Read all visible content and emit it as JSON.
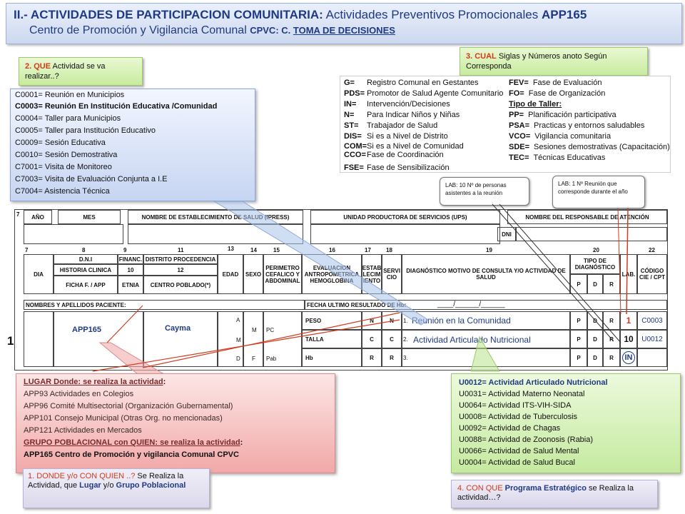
{
  "title": {
    "prefix": "II.- ACTIVIDADES DE PARTICIPACION COMUNITARIA:",
    "rest": " Actividades Preventivos Promocionales ",
    "code": "APP165",
    "line2_a": "Centro de Promoción  y Vigilancia Comunal ",
    "line2_b": "CPVC",
    "line2_c": ":  C. ",
    "line2_d": "TOMA DE DECISIONES"
  },
  "note_que": {
    "red": "2. QUE",
    "text": " Actividad   se va realizar..?"
  },
  "note_cual": {
    "red": "3. CUAL",
    "text": " Siglas y Números anoto Según Corresponda"
  },
  "activities": [
    "C0001= Reunión en Municipios",
    "C0003= Reunión En Institución Educativa /Comunidad",
    "C0004= Taller para Municipios",
    "C0005= Taller para Institución Educativo",
    "C0009= Sesión Educativa",
    "C0010= Sesión Demostrativa",
    "C7001= Visita de Monitoreo",
    "C7003= Visita de Evaluación Conjunta a I.E",
    "C7004= Asistencia Técnica"
  ],
  "legend": {
    "col1": [
      {
        "k": "G=",
        "v": "Registro Comunal en Gestantes"
      },
      {
        "k": "PDS=",
        "v": "Promotor de Salud Agente Comunitario"
      },
      {
        "k": "IN=",
        "v": "Intervención/Decisiones"
      },
      {
        "k": "N=",
        "v": "Para Indicar Niños y Niñas"
      },
      {
        "k": "ST=",
        "v": "Trabajador de Salud"
      },
      {
        "k": "DIS=",
        "v": "Si es a Nivel de Distrito"
      },
      {
        "k": "COM=",
        "v": "Si es a Nivel de Comunidad"
      },
      {
        "k": "CCO=",
        "v": "Fase de Coordinación"
      },
      {
        "k": "FSE=",
        "v": "Fase de Sensibilización"
      }
    ],
    "col2": [
      {
        "k": "FEV=",
        "v": "Fase de Evaluación"
      },
      {
        "k": "FO=",
        "v": "Fase de Organización"
      },
      {
        "k": "",
        "v": "Tipo de Taller:"
      },
      {
        "k": "PP=",
        "v": "Planificación participativa"
      },
      {
        "k": "PSA=",
        "v": "Practicas y entornos saludables"
      },
      {
        "k": "VCO=",
        "v": "Vigilancia comunitaria"
      },
      {
        "k": "SDE=",
        "v": "Sesiones demostrativas (Capacitación)"
      },
      {
        "k": "TEC=",
        "v": "Técnicas Educativas"
      }
    ]
  },
  "lab_left": "LAB:  10 Nº de personas asistentes a la reunión",
  "lab_right": "LAB:  1 Nº Reunión que corresponde durante el año",
  "form": {
    "h_anio": "AÑO",
    "h_mes": "MES",
    "h_estab": "NOMBRE DE ESTABLECIMIENTO DE SALUD (IPRESS)",
    "h_ups": "UNIDAD PRODUCTORA DE SERVICIOS (UPS)",
    "h_resp": "NOMBRE DEL RESPONSABLE DE ATENCIÓN",
    "h_dni": "DNI",
    "c7": "7",
    "c8": "8",
    "c9": "9",
    "c11": "11",
    "c13": "13",
    "c14": "14",
    "c15": "15",
    "c16": "16",
    "c17": "17",
    "c18": "18",
    "c19": "19",
    "c20": "20",
    "c22": "22",
    "h_dia": "DIA",
    "h_dni2": "D.N.I",
    "h_hc": "HISTORIA CLINICA",
    "h_ficha": "FICHA F. / APP",
    "h_financ": "FINANC.",
    "h_10": "10",
    "h_etnia": "ETNIA",
    "h_distrito": "DISTRITO PROCEDENCIA",
    "h_12": "12",
    "h_cp": "CENTRO POBLADO(*)",
    "h_edad": "EDAD",
    "h_sexo": "SEXO",
    "h_per": "PERIMETRO CEFALICO Y ABDOMINAL",
    "h_eval": "EVALUACION ANTROPOMETRICA HEMOGLOBINA",
    "h_estab2": "ESTAB LECIM IENTO",
    "h_serv": "SERVI CIO",
    "h_diag": "DIAGNÓSTICO MOTIVO DE CONSULTA Y/O ACTIVIDAD DE SALUD",
    "h_tipo": "TIPO DE DIAGNÓSTICO",
    "h_lab": "LAB.",
    "h_codigo": "CÓDIGO CIE / CPT",
    "h_p": "P",
    "h_d": "D",
    "h_r": "R",
    "h_nombres": "NOMBRES Y APELLIDOS PACIENTE:",
    "h_fecha": "FECHA ULTIMO RESULTADO DE Hb:",
    "h_date": "____/______/______",
    "r_a": "A",
    "r_m": "M",
    "r_d": "D",
    "r_m2": "M",
    "r_f": "F",
    "r_pc": "PC",
    "r_pab": "Pab",
    "r_peso": "PESO",
    "r_talla": "TALLA",
    "r_hb": "Hb",
    "r_n1": "N",
    "r_n2": "N",
    "r_c1": "C",
    "r_c2": "C",
    "r_r1": "R",
    "r_r2": "R",
    "r_1": "1.",
    "r_2": "2.",
    "r_3": "3.",
    "app": "APP165",
    "cayma": "Cayma",
    "diag1": "Reunión en la Comunidad",
    "diag2": "Actividad Articulado Nutricional",
    "lab1": "1",
    "lab2": "10",
    "lab3": "IN",
    "code1": "C0003",
    "code2": "U0012",
    "row_num": "1"
  },
  "lugar": {
    "h1": "LUGAR Donde:  se realiza  la actividad",
    "h1_colon": ":",
    "items": [
      "APP93  Actividades en Colegios",
      "APP96  Comité Multisectorial (Organización Gubernamental)",
      "APP101 Consejo Municipal (Otras Org. no mencionadas)",
      "APP121 Actividades en Mercados"
    ],
    "h2": "GRUPO POBLACIONAL  con QUIEN: se realiza la actividad",
    "h2_colon": ":",
    "last": " APP165 Centro de Promoción y vigilancia Comunal CPVC"
  },
  "programs": [
    "U0012= Actividad Articulado Nutricional",
    "U0031= Actividad Materno Neonatal",
    "U0064= Actividad ITS-VIH-SIDA",
    "U0008= Actividad de Tuberculosis",
    "U0092= Actividad de Chagas",
    "U0088= Actividad de Zoonosis (Rabia)",
    "U0066= Actividad de Salud Mental",
    "U0004= Actividad de Salud  Bucal"
  ],
  "note_donde": {
    "red": "1. DONDE y/o CON QUIEN ..?",
    "t1": "  Se Realiza la Actividad, que  ",
    "b1": "Lugar",
    "t2": " y/o ",
    "b2": "Grupo Poblacional"
  },
  "note_conque": {
    "red": "4. CON QUE",
    "b": " Programa Estratégico",
    "t": " se Realiza la actividad…?"
  }
}
